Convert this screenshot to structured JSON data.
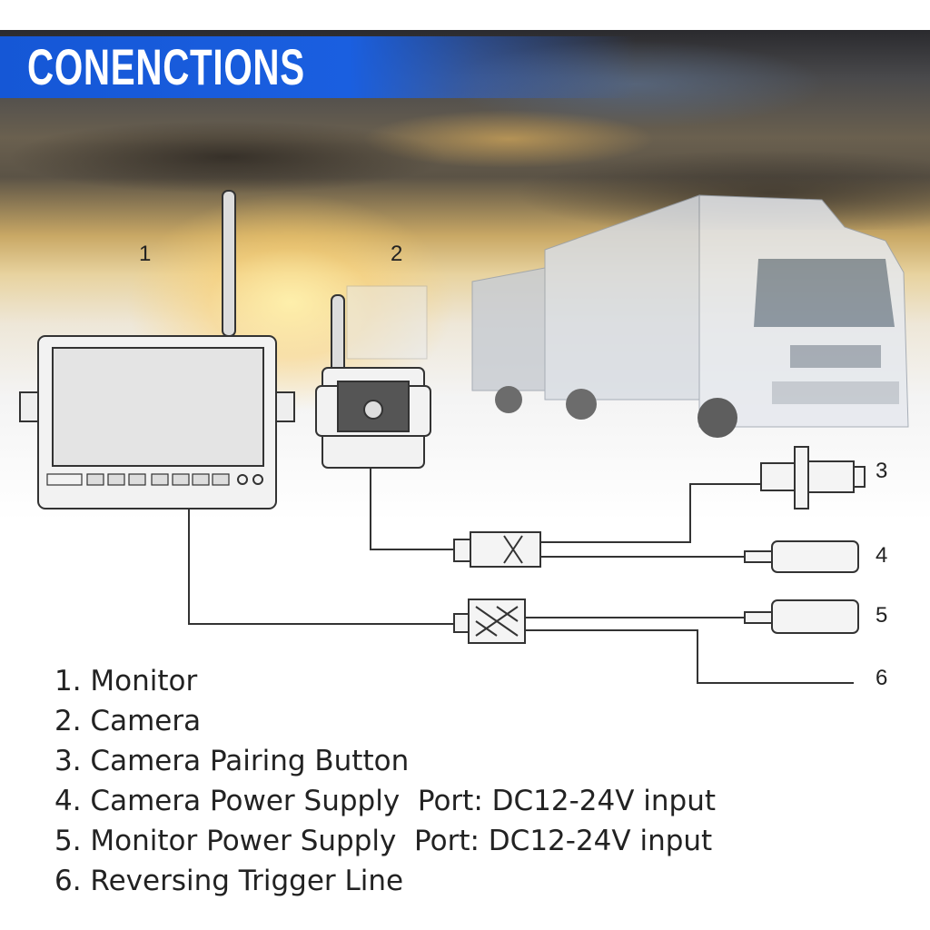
{
  "header": {
    "title": "CONENCTIONS"
  },
  "callouts": {
    "n1": "1",
    "n2": "2",
    "n3": "3",
    "n4": "4",
    "n5": "5",
    "n6": "6"
  },
  "legend": {
    "items": [
      "1. Monitor",
      "2. Camera",
      "3. Camera Pairing Button",
      "4. Camera Power Supply  Port: DC12-24V input",
      "5. Monitor Power Supply  Port: DC12-24V input",
      "6. Reversing Trigger Line"
    ]
  },
  "colors": {
    "banner": "#1557d6",
    "text": "#222222"
  }
}
